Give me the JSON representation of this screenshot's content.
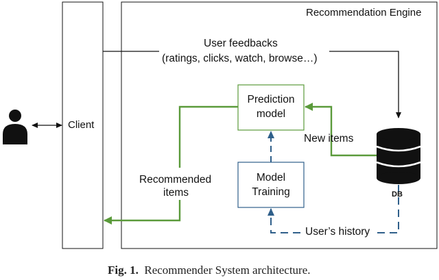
{
  "diagram": {
    "engine_title": "Recommendation Engine",
    "client_label": "Client",
    "user_feedbacks": {
      "line1": "User feedbacks",
      "line2": "(ratings, clicks, watch, browse…)"
    },
    "prediction_model": {
      "line1": "Prediction",
      "line2": "model"
    },
    "model_training": {
      "line1": "Model",
      "line2": "Training"
    },
    "new_items_label": "New items",
    "recommended_items": {
      "line1": "Recommended",
      "line2": "items"
    },
    "users_history_label": "User’s history",
    "db_label": "DB",
    "icons": {
      "user": "user-silhouette-icon",
      "database": "database-icon"
    },
    "colors": {
      "green": "#5a9a3a",
      "blue": "#2f5f8a",
      "black": "#111111"
    }
  },
  "caption": {
    "label": "Fig. 1.",
    "text": "Recommender System architecture."
  }
}
